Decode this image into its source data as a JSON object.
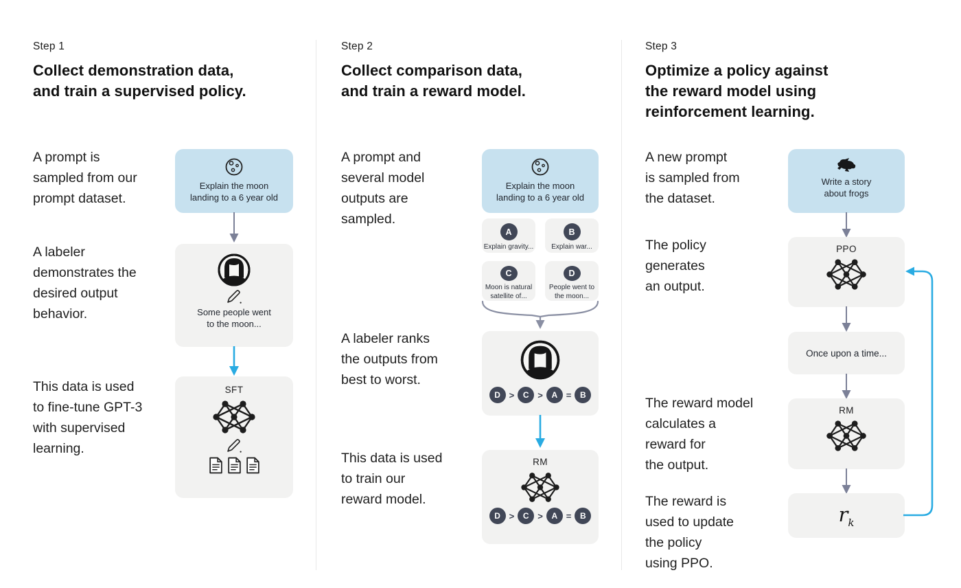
{
  "colors": {
    "prompt_box_blue": "#c7e1ef",
    "node_box_gray": "#f2f2f1",
    "badge_dark": "#414757",
    "arrow_gray": "#7b8097",
    "arrow_blue": "#29abe2",
    "divider": "#e8e8e8",
    "text": "#1c1c1e"
  },
  "steps": {
    "step1": {
      "label": "Step 1",
      "heading": "Collect demonstration data,\nand train a supervised policy.",
      "captions": {
        "prompt": "A prompt is\nsampled from our\nprompt dataset.",
        "labeler": "A labeler\ndemonstrates the\ndesired output\nbehavior.",
        "sft": "This data is used\nto fine-tune GPT-3\nwith supervised\nlearning."
      },
      "prompt_box_text": "Explain the moon\nlanding to a 6 year old",
      "labeler_box_text": "Some people went\nto the moon...",
      "sft_label": "SFT"
    },
    "step2": {
      "label": "Step 2",
      "heading": "Collect comparison data,\nand train a reward model.",
      "captions": {
        "prompt": "A prompt and\nseveral model\noutputs are\nsampled.",
        "ranking": "A labeler ranks\nthe outputs from\nbest to worst.",
        "reward": "This data is used\nto train our\nreward model."
      },
      "prompt_box_text": "Explain the moon\nlanding to a 6 year old",
      "outputs": [
        {
          "letter": "A",
          "text": "Explain gravity..."
        },
        {
          "letter": "B",
          "text": "Explain war..."
        },
        {
          "letter": "C",
          "text": "Moon is natural\nsatellite of..."
        },
        {
          "letter": "D",
          "text": "People went to\nthe moon..."
        }
      ],
      "ranking": [
        "D",
        ">",
        "C",
        ">",
        "A",
        "=",
        "B"
      ],
      "rm_label": "RM"
    },
    "step3": {
      "label": "Step 3",
      "heading": "Optimize a policy against\nthe reward model using\nreinforcement learning.",
      "captions": {
        "prompt": "A new prompt\nis sampled from\nthe dataset.",
        "policy": "The policy\ngenerates\nan output.",
        "reward": "The reward model\ncalculates a\nreward for\nthe output.",
        "update": "The reward is\nused to update\nthe policy\nusing PPO."
      },
      "prompt_box_text": "Write a story\nabout frogs",
      "ppo_label": "PPO",
      "output_box_text": "Once upon a time...",
      "rm_label": "RM",
      "reward_symbol": "r",
      "reward_symbol_sub": "k"
    }
  }
}
